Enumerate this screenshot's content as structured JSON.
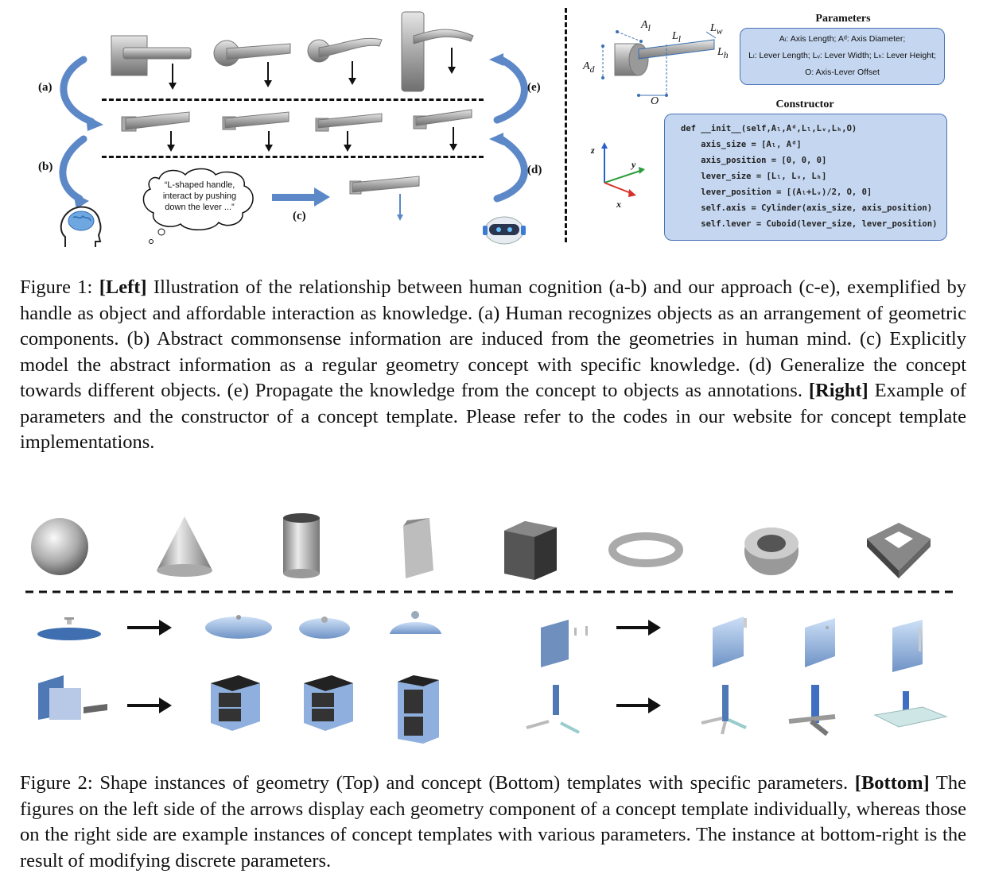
{
  "figure1": {
    "left": {
      "labels": {
        "a": "(a)",
        "b": "(b)",
        "c": "(c)",
        "d": "(d)",
        "e": "(e)"
      },
      "thought_text": "“L-shaped handle, interact by pushing down the lever ...”"
    },
    "right": {
      "param_dims": {
        "al": "A",
        "al_sub": "l",
        "ll": "L",
        "ll_sub": "l",
        "lw": "L",
        "lw_sub": "w",
        "lh": "L",
        "lh_sub": "h",
        "ad": "A",
        "ad_sub": "d",
        "o": "O"
      },
      "parameters_title": "Parameters",
      "parameters_lines": [
        "Aₗ: Axis Length;  Aᵈ: Axis Diameter;",
        "Lₗ: Lever Length;  Lᵥ: Lever Width;  Lₕ: Lever Height;",
        "O: Axis-Lever Offset"
      ],
      "axes": {
        "z": "z",
        "y": "y",
        "x": "x"
      },
      "constructor_title": "Constructor",
      "code_lines": [
        "def __init__(self,Aₗ,Aᵈ,Lₗ,Lᵥ,Lₕ,O)",
        "    axis_size = [Aₗ, Aᵈ]",
        "    axis_position = [0, 0, 0]",
        "    lever_size = [Lₗ, Lᵥ, Lₕ]",
        "    lever_position = [(Aₗ+Lᵥ)/2, O, 0]",
        "    self.axis = Cylinder(axis_size, axis_position)",
        "    self.lever = Cuboid(lever_size, lever_position)"
      ]
    },
    "caption": {
      "prefix": "Figure 1: ",
      "left_bold": "[Left]",
      "text1": " Illustration of the relationship between human cognition (a-b) and our approach (c-e), exemplified by handle as object and affordable interaction as knowledge. (a) Human recognizes objects as an arrangement of geometric components. (b) Abstract commonsense information are induced from the geometries in human mind. (c) Explicitly model the abstract information as a regular geometry concept with specific knowledge. (d) Generalize the concept towards different objects. (e) Propagate the knowledge from the concept to objects as annotations. ",
      "right_bold": "[Right]",
      "text2": " Example of parameters and the constructor of a concept template. Please refer to the codes in our website for concept template implementations."
    }
  },
  "figure2": {
    "caption": {
      "text1": "Figure 2: Shape instances of geometry (Top) and concept (Bottom) templates with specific parameters. ",
      "bottom_bold": "[Bottom]",
      "text2": " The figures on the left side of the arrows display each geometry component of a concept template individually, whereas those on the right side are example instances of concept templates with various parameters. The instance at bottom-right is the result of modifying discrete parameters."
    }
  }
}
